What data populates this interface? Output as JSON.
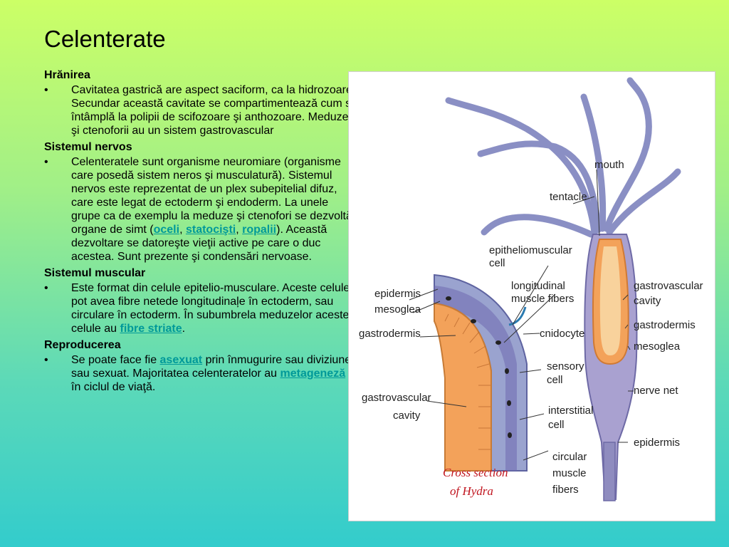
{
  "title": "Celenterate",
  "sections": [
    {
      "heading": "Hrănirea",
      "bullet": [
        {
          "t": "Cavitatea gastrică are aspect saciform, ca la hidrozoare. Secundar această cavitate se compartimentează cum se întâmplă la polipii de scifozoare şi anthozoare. Meduzele şi ctenoforii au un sistem gastrovascular"
        }
      ]
    },
    {
      "heading": "Sistemul nervos",
      "bullet": [
        {
          "t": "Celenteratele sunt organisme neuromiare (organisme care posedă sistem neros şi musculatură). Sistemul nervos este reprezentat de un plex subepitelial difuz, care este legat de ectoderm şi endoderm. La unele grupe ca de exemplu la meduze şi ctenofori se dezvoltă organe de simt ("
        },
        {
          "t": "oceli",
          "link": true
        },
        {
          "t": ", "
        },
        {
          "t": "statocişti",
          "link": true
        },
        {
          "t": ", "
        },
        {
          "t": "ropalii",
          "link": true
        },
        {
          "t": "). Această dezvoltare se datoreşte vieţii active pe care o duc acestea. Sunt prezente şi condensări nervoase."
        }
      ]
    },
    {
      "heading": "Sistemul muscular",
      "bullet": [
        {
          "t": "Este format din celule epitelio-musculare. Aceste celule pot avea fibre netede longitudinaļe în ectoderm, sau circulare în ectoderm. În subumbrela meduzelor aceste celule au "
        },
        {
          "t": "fibre striate",
          "link": true
        },
        {
          "t": "."
        }
      ]
    },
    {
      "heading": "Reproducerea",
      "bullet": [
        {
          "t": "Se poate face fie "
        },
        {
          "t": "asexuat",
          "link": true
        },
        {
          "t": " prin înmugurire sau diviziune, sau sexuat. Majoritatea celenteratelor au "
        },
        {
          "t": "metageneză",
          "link": true
        },
        {
          "t": " în ciclul de viaţă."
        }
      ]
    }
  ],
  "figure": {
    "labels": {
      "mouth": "mouth",
      "tentacle": "tentacle",
      "epitheliomuscular": [
        "epitheliomuscular",
        "cell"
      ],
      "longitudinal": [
        "longitudinal",
        "muscle fibers"
      ],
      "epidermis_left": "epidermis",
      "mesoglea_left": "mesoglea",
      "gastrodermis_left": "gastrodermis",
      "cnidocyte": "cnidocyte",
      "sensory": [
        "sensory",
        "cell"
      ],
      "gv_left": [
        "gastrovascular",
        "cavity"
      ],
      "interstitial": [
        "interstitial",
        "cell"
      ],
      "circular": [
        "circular",
        "muscle",
        "fibers"
      ],
      "gv_right": [
        "gastrovascular",
        "cavity"
      ],
      "gastrodermis_right": "gastrodermis",
      "mesoglea_right": "mesoglea",
      "nerve_net": "nerve net",
      "epidermis_right": "epidermis",
      "caption": [
        "Cross section",
        "of Hydra"
      ]
    }
  },
  "colors": {
    "link": "#009999",
    "tentacle": "#8a8fc4",
    "gastrodermis": "#f3a25a",
    "epidermis": "#9aa3cf",
    "caption": "#c0141e"
  }
}
